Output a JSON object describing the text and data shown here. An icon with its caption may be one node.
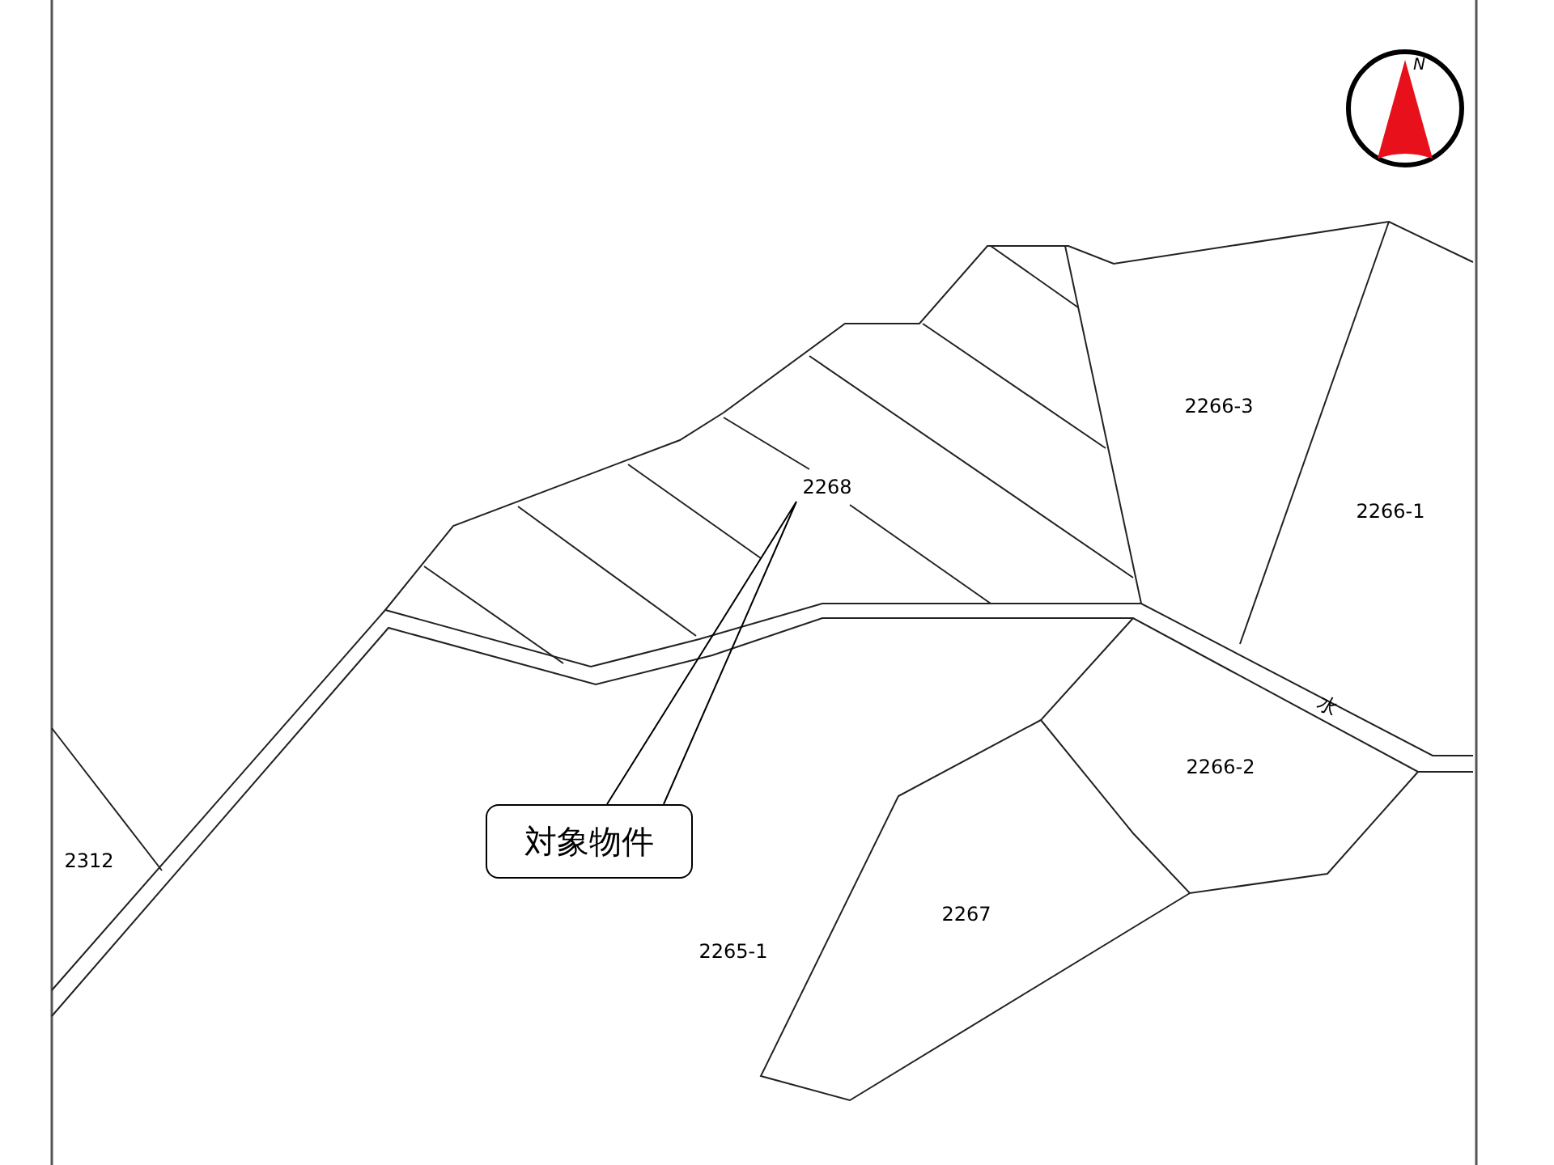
{
  "diagram": {
    "nodes": [
      {
        "text": [
          "2268"
        ]
      },
      {
        "text": [
          "2266-3"
        ]
      },
      {
        "text": [
          "2266-1"
        ]
      },
      {
        "text": [
          "2266-2"
        ]
      },
      {
        "text": [
          "2267"
        ]
      },
      {
        "text": [
          "2265-1"
        ]
      },
      {
        "text": [
          "2312"
        ]
      },
      {
        "text": [
          "対象物件"
        ]
      }
    ],
    "edges": [
      {
        "from": 7,
        "to": 0,
        "arrow": "none"
      }
    ],
    "labels": [
      "水",
      "N"
    ]
  }
}
